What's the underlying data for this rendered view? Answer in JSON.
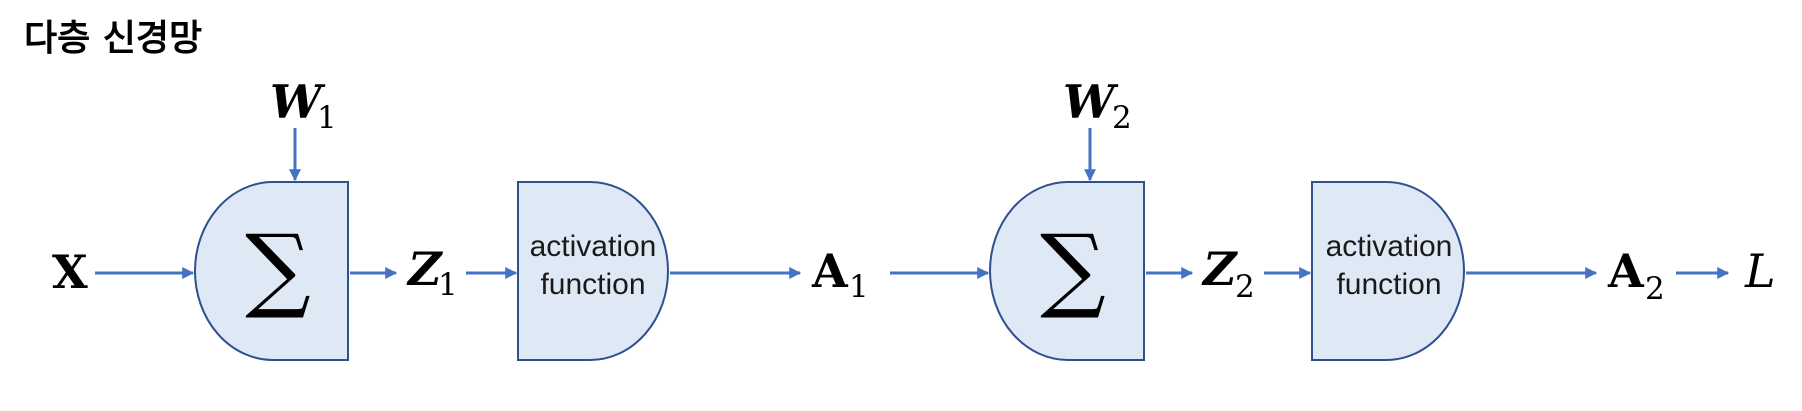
{
  "title": "다층 신경망",
  "symbols": {
    "input": "X",
    "weight1": "W",
    "weight1_sub": "1",
    "z1": "Z",
    "z1_sub": "1",
    "a1": "A",
    "a1_sub": "1",
    "weight2": "W",
    "weight2_sub": "2",
    "z2": "Z",
    "z2_sub": "2",
    "a2": "A",
    "a2_sub": "2",
    "loss": "L"
  },
  "nodes": {
    "sum_symbol": "∑",
    "activation_line1": "activation",
    "activation_line2": "function"
  },
  "colors": {
    "node_fill": "#dfe9f6",
    "node_stroke": "#2f4f8f",
    "arrow": "#4472c4"
  }
}
